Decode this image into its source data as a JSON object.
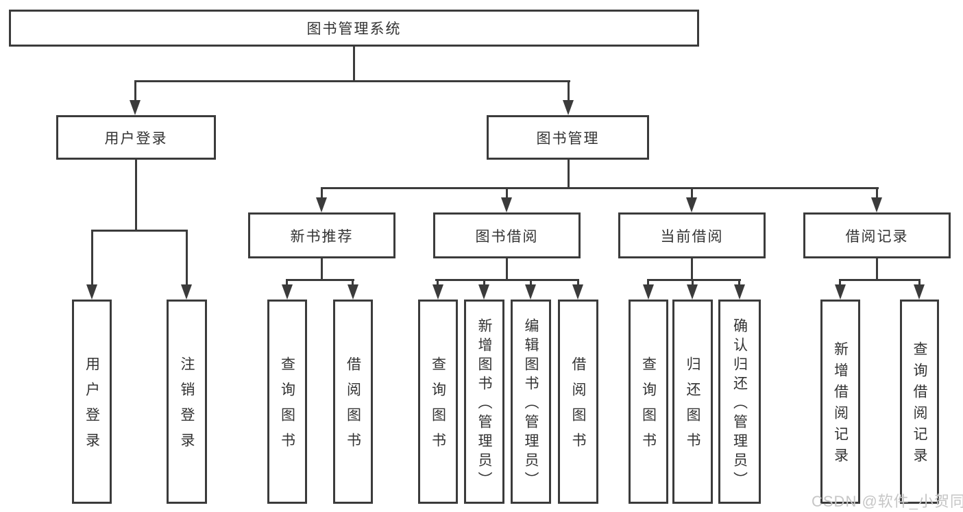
{
  "diagram": {
    "title": "图书管理系统",
    "level1": [
      {
        "label": "用户登录"
      },
      {
        "label": "图书管理"
      }
    ],
    "level2": [
      {
        "label": "新书推荐",
        "parent": "图书管理"
      },
      {
        "label": "图书借阅",
        "parent": "图书管理"
      },
      {
        "label": "当前借阅",
        "parent": "图书管理"
      },
      {
        "label": "借阅记录",
        "parent": "图书管理"
      }
    ],
    "leaves": [
      {
        "label": "用户登录",
        "parent": "用户登录"
      },
      {
        "label": "注销登录",
        "parent": "用户登录"
      },
      {
        "label": "查询图书",
        "parent": "新书推荐"
      },
      {
        "label": "借阅图书",
        "parent": "新书推荐"
      },
      {
        "label": "查询图书",
        "parent": "图书借阅"
      },
      {
        "label": "新增图书（管理员）",
        "parent": "图书借阅"
      },
      {
        "label": "编辑图书（管理员）",
        "parent": "图书借阅"
      },
      {
        "label": "借阅图书",
        "parent": "图书借阅"
      },
      {
        "label": "查询图书",
        "parent": "当前借阅"
      },
      {
        "label": "归还图书",
        "parent": "当前借阅"
      },
      {
        "label": "确认归还（管理员）",
        "parent": "当前借阅"
      },
      {
        "label": "新增借阅记录",
        "parent": "借阅记录"
      },
      {
        "label": "查询借阅记录",
        "parent": "借阅记录"
      }
    ]
  },
  "watermark": {
    "text": "CSDN @软件_小贺同学"
  },
  "colors": {
    "line": "#3b3b3b",
    "text": "#333333",
    "background": "#ffffff",
    "watermark": "#c6c6c6"
  }
}
